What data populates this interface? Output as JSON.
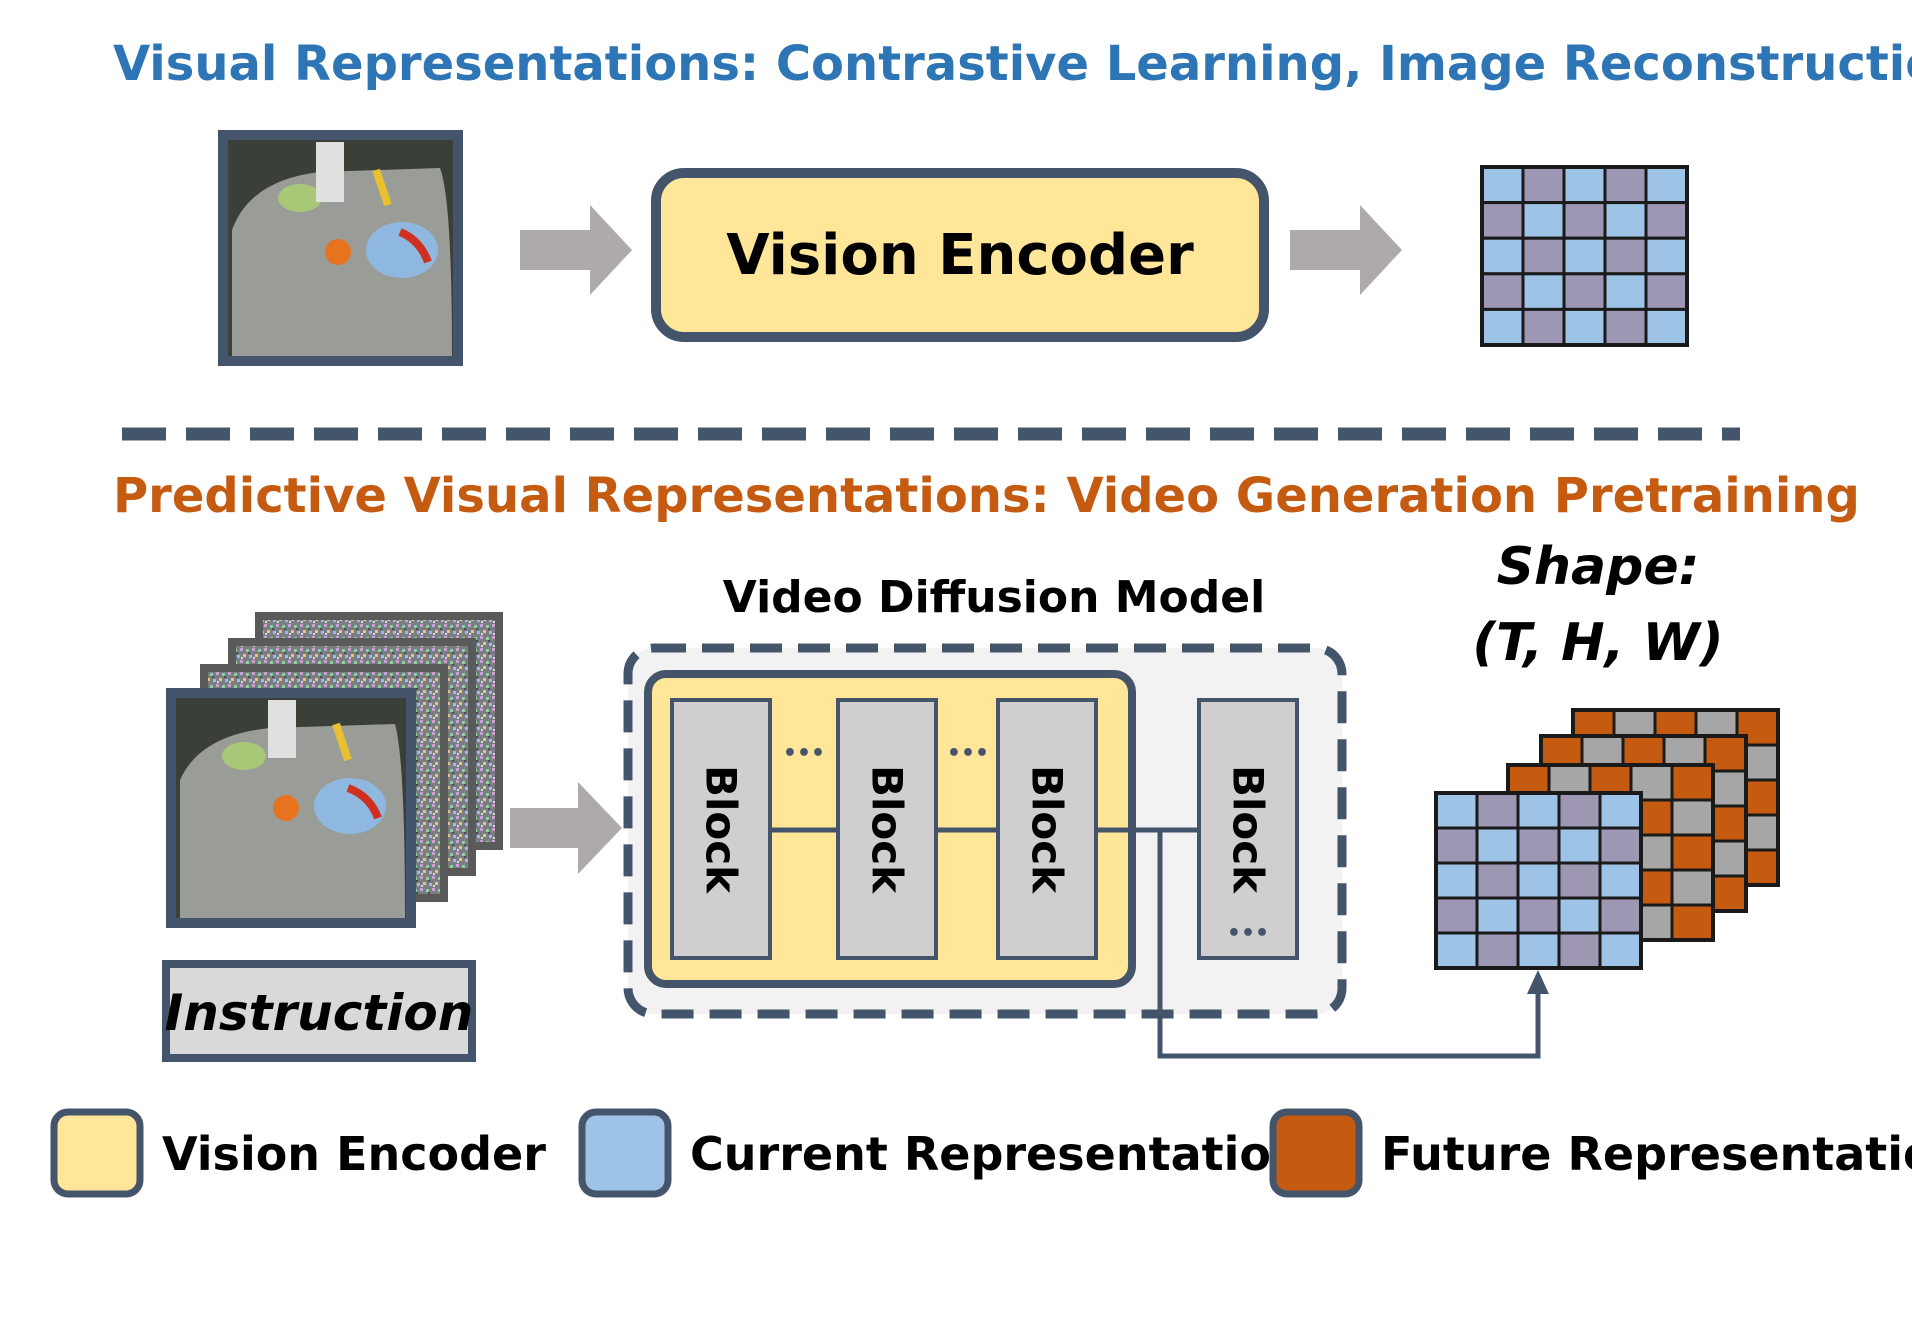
{
  "top_section": {
    "heading": "Visual Representations: Contrastive Learning, Image Reconstruction",
    "encoder_label": "Vision Encoder"
  },
  "bottom_section": {
    "heading": "Predictive Visual Representations: Video Generation Pretraining",
    "model_title": "Video Diffusion Model",
    "block_labels": [
      "Block",
      "Block",
      "Block",
      "Block"
    ],
    "ellipsis": "•••",
    "shape_title": "Shape:",
    "shape_dims": "(T, H, W)",
    "instruction_label": "Instruction"
  },
  "legend": [
    {
      "label": "Vision Encoder",
      "color": "#ffe699"
    },
    {
      "label": "Current Representation",
      "color": "#9dc3e6"
    },
    {
      "label": "Future Representations",
      "color": "#c55a11"
    }
  ],
  "colors": {
    "top_heading": "#2e75b6",
    "bottom_heading": "#c55a11",
    "outline": "#44546a",
    "arrow": "#aeaaaa",
    "encoder_fill": "#ffe699",
    "block_fill": "#d0cece",
    "model_bg": "#f2f2f2",
    "grid_blue": "#9dc3e6",
    "grid_purple": "#9e97b4",
    "grid_orange": "#c55a11",
    "grid_gray": "#a6a6a6"
  }
}
